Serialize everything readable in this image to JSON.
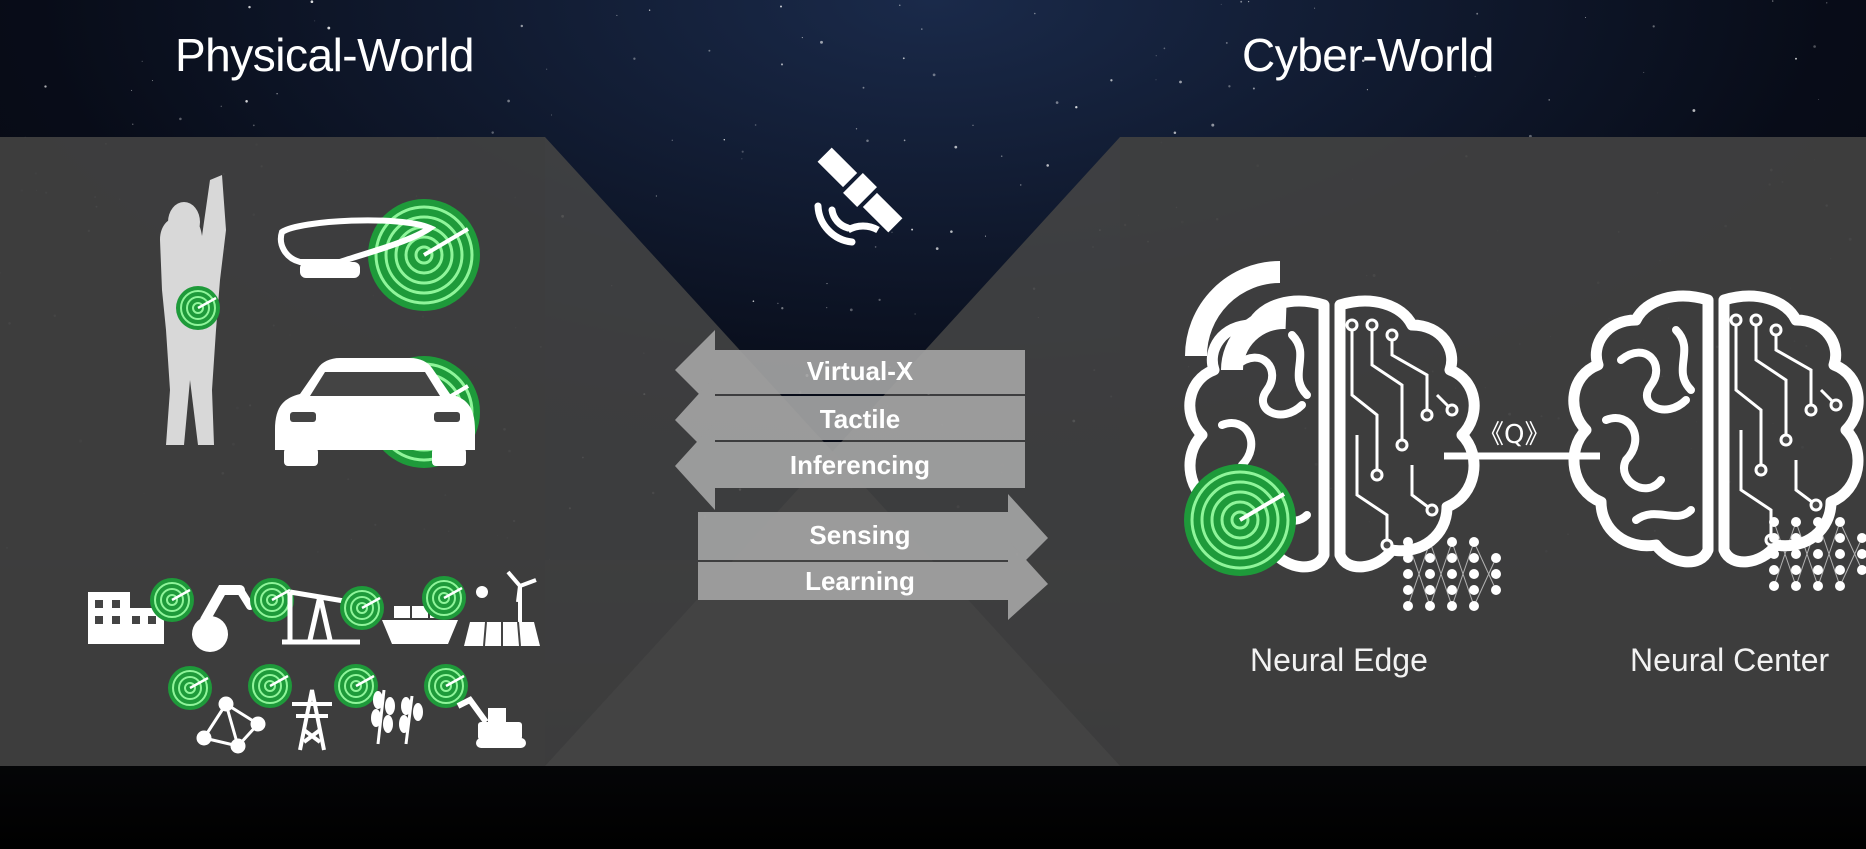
{
  "left_panel": {
    "title": "Physical-World"
  },
  "right_panel": {
    "title": "Cyber-World"
  },
  "flows": {
    "to_physical": [
      "Virtual-X",
      "Tactile",
      "Inferencing"
    ],
    "to_cyber": [
      "Sensing",
      "Learning"
    ]
  },
  "nodes": {
    "edge_label": "Neural Edge",
    "center_label": "Neural Center",
    "link_label": "《Q》"
  },
  "colors": {
    "background": "#05070d",
    "panel": "#4a4a4a",
    "radar_green": "#1e9a3a",
    "radar_ring": "#7cf08a",
    "arrow": "#9c9c9c",
    "text": "#ffffff"
  },
  "icons": [
    "satellite-icon",
    "human-figure-icon",
    "smart-glasses-icon",
    "car-icon",
    "radar-icon",
    "building-icon",
    "robot-arm-icon",
    "oil-pump-icon",
    "cargo-ship-icon",
    "solar-wind-icon",
    "network-icon",
    "power-tower-icon",
    "wheat-icon",
    "excavator-icon",
    "wifi-icon",
    "brain-icon",
    "neural-network-icon"
  ]
}
